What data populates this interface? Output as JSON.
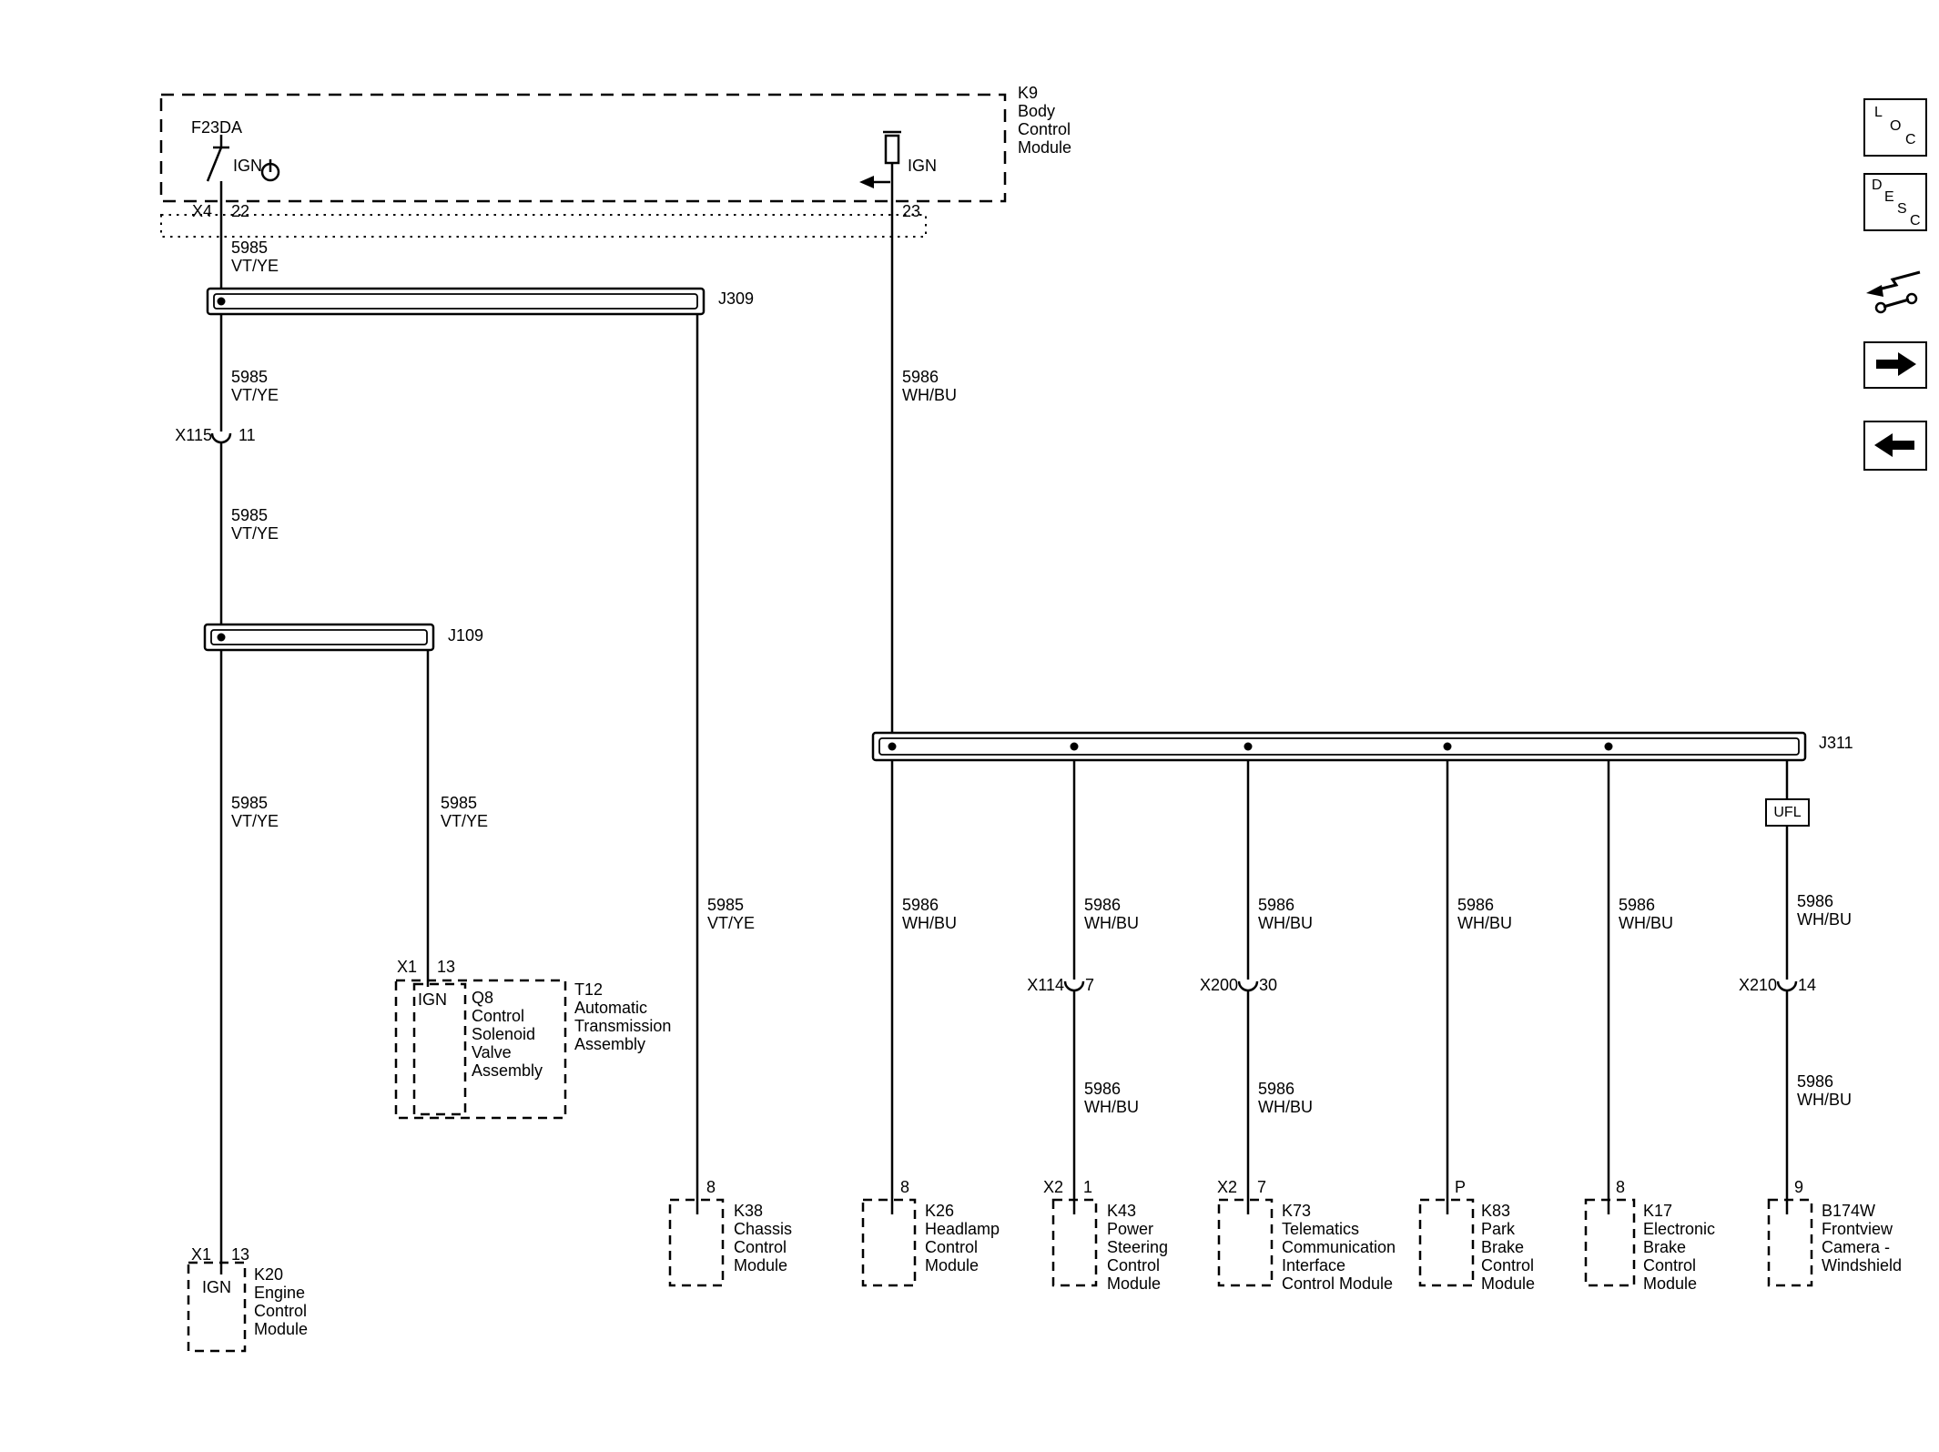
{
  "bcm": {
    "fuse": "F23DA",
    "ign": "IGN",
    "label": "K9\nBody\nControl\nModule",
    "connector": "X4",
    "pin22": "22",
    "pin23": "23"
  },
  "wires": {
    "c5985": "5985\nVT/YE",
    "c5986": "5986\nWH/BU"
  },
  "splices": {
    "j309": "J309",
    "j109": "J109",
    "j311": "J311"
  },
  "connectors": {
    "x115": "X115",
    "x115_pin": "11",
    "x114": "X114",
    "x114_pin": "7",
    "x200": "X200",
    "x200_pin": "30",
    "x210": "X210",
    "x210_pin": "14"
  },
  "ufl": "UFL",
  "modules": {
    "k20": {
      "conn": "X1",
      "pin": "13",
      "term": "IGN",
      "label": "K20\nEngine\nControl\nModule"
    },
    "q8": {
      "conn": "X1",
      "pin": "13",
      "term": "IGN",
      "label": "Q8\nControl\nSolenoid\nValve\nAssembly"
    },
    "t12": {
      "label": "T12\nAutomatic\nTransmission\nAssembly"
    },
    "k38": {
      "pin": "8",
      "label": "K38\nChassis\nControl\nModule"
    },
    "k26": {
      "pin": "8",
      "label": "K26\nHeadlamp\nControl\nModule"
    },
    "k43": {
      "conn": "X2",
      "pin": "1",
      "label": "K43\nPower\nSteering\nControl\nModule"
    },
    "k73": {
      "conn": "X2",
      "pin": "7",
      "label": "K73\nTelematics\nCommunication\nInterface\nControl Module"
    },
    "k83": {
      "pin": "P",
      "label": "K83\nPark\nBrake\nControl\nModule"
    },
    "k17": {
      "pin": "8",
      "label": "K17\nElectronic\nBrake\nControl\nModule"
    },
    "b174w": {
      "pin": "9",
      "label": "B174W\nFrontview\nCamera -\nWindshield"
    }
  },
  "toolbar": {
    "loc": [
      "L",
      "O",
      "C"
    ],
    "desc": [
      "D",
      "E",
      "S",
      "C"
    ]
  },
  "icons": {
    "power": "power-symbol",
    "feed_arrow": "left-feed-arrow",
    "nav_schematic": "arrow-and-wrench",
    "nav_next": "right-arrow",
    "nav_prev": "left-arrow"
  }
}
